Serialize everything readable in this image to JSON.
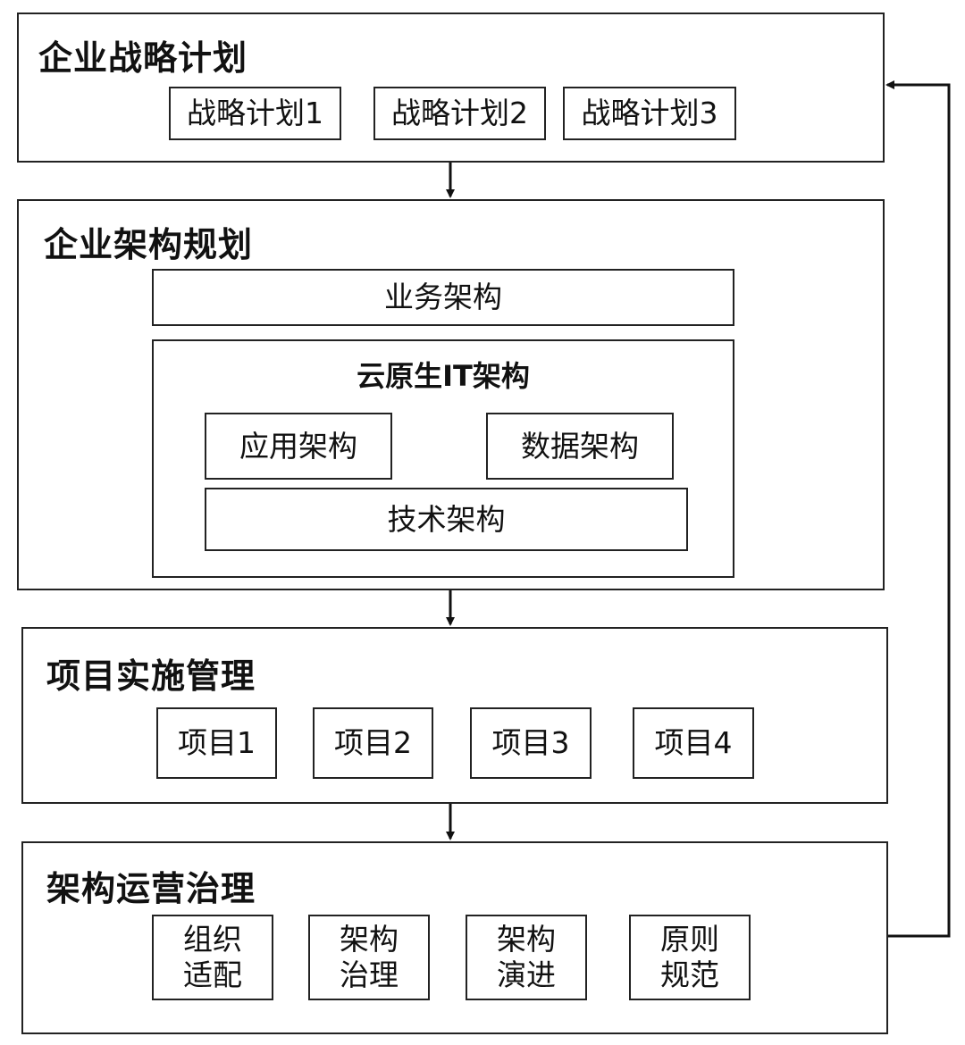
{
  "sections": [
    {
      "title": "企业战略计划",
      "items": [
        "战略计划1",
        "战略计划2",
        "战略计划3"
      ]
    },
    {
      "title": "企业架构规划",
      "business": "业务架构",
      "cloud": {
        "title": "云原生IT架构",
        "items": [
          "应用架构",
          "数据架构",
          "技术架构"
        ]
      }
    },
    {
      "title": "项目实施管理",
      "items": [
        "项目1",
        "项目2",
        "项目3",
        "项目4"
      ]
    },
    {
      "title": "架构运营治理",
      "items": [
        "组织\n适配",
        "架构\n治理",
        "架构\n演进",
        "原则\n规范"
      ]
    }
  ]
}
